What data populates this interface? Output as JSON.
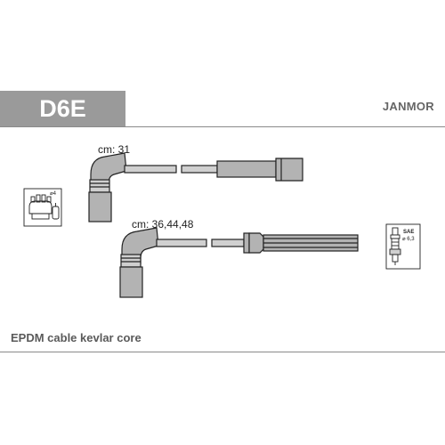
{
  "header": {
    "code": "D6E",
    "brand": "JANMOR"
  },
  "cables": [
    {
      "length_label": "cm: 31"
    },
    {
      "length_label": "cm: 36,44,48"
    }
  ],
  "icons": {
    "distributor": {
      "name": "distributor-cap-icon",
      "label": "⌀4"
    },
    "spark_plug": {
      "name": "spark-plug-icon",
      "sae_label": "SAE",
      "dia_label": "⌀ 6,3"
    }
  },
  "footer": {
    "description": "EPDM cable kevlar core"
  },
  "colors": {
    "header_box": "#9a9a9a",
    "header_text": "#ffffff",
    "brand_text": "#666666",
    "part_fill": "#b3b3b3",
    "outline": "#222222"
  }
}
